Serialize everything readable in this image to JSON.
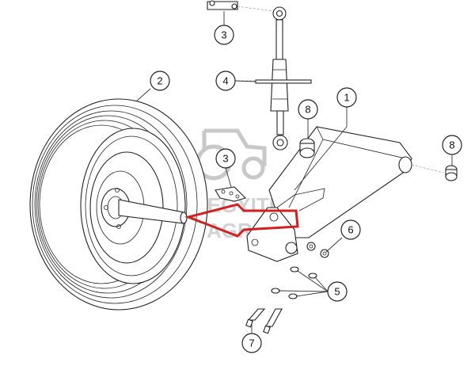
{
  "diagram": {
    "callouts": [
      {
        "id": "c3a",
        "number": "3"
      },
      {
        "id": "c4",
        "number": "4"
      },
      {
        "id": "c2",
        "number": "2"
      },
      {
        "id": "c1",
        "number": "1"
      },
      {
        "id": "c8a",
        "number": "8"
      },
      {
        "id": "c8b",
        "number": "8"
      },
      {
        "id": "c3b",
        "number": "3"
      },
      {
        "id": "c6",
        "number": "6"
      },
      {
        "id": "c5",
        "number": "5"
      },
      {
        "id": "c7",
        "number": "7"
      }
    ],
    "watermark": {
      "line1": "HEGYITE",
      "line2": "AGRO"
    },
    "colors": {
      "line": "#222222",
      "arrow": "#d21f1f",
      "watermark": "#c8c8c8"
    }
  }
}
